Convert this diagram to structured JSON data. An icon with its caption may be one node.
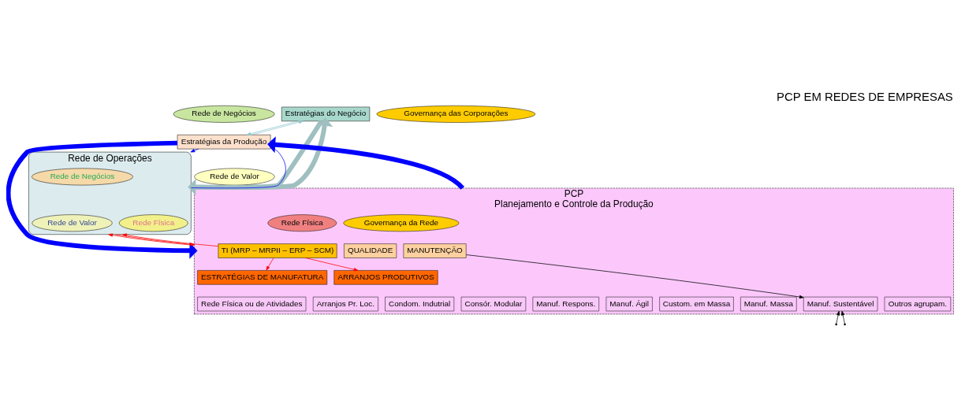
{
  "diagram": {
    "title": "PCP EM REDES DE EMPRESAS",
    "nodes": [
      {
        "text": [
          "Estratégias do Negócio"
        ]
      },
      {
        "text": [
          "Estratégias da Produção"
        ]
      },
      {
        "text": [
          "Rede de Operações"
        ]
      },
      {
        "text": [
          "Rede de Negócios"
        ],
        "in": 2
      },
      {
        "text": [
          "Rede de Valor"
        ],
        "in": 2
      },
      {
        "text": [
          "Rede Física"
        ],
        "in": 2
      },
      {
        "text": [
          "Rede de Negócios"
        ]
      },
      {
        "text": [
          "Rede de Valor"
        ]
      },
      {
        "text": [
          "Governança das Corporações"
        ]
      },
      {
        "text": [
          "PCP",
          "Planejamento e Controle da Produção"
        ]
      },
      {
        "text": [
          "Rede Física ou de Atividades"
        ],
        "in": 9
      },
      {
        "text": [
          "Rede Física"
        ],
        "in": 9
      },
      {
        "text": [
          "Governança da Rede"
        ],
        "in": 9
      },
      {
        "text": [
          "QUALIDADE"
        ],
        "in": 9
      },
      {
        "text": [
          "TI (MRP – MRPII – ERP – SCM)"
        ],
        "in": 9
      },
      {
        "text": [
          "MANUTENÇÃO"
        ],
        "in": 9
      },
      {
        "text": [
          "ARRANJOS PRODUTIVOS"
        ],
        "in": 9
      },
      {
        "text": [
          "Arranjos Pr. Loc."
        ],
        "in": 9
      },
      {
        "text": [
          "Condom. Indutrial"
        ],
        "in": 9
      },
      {
        "text": [
          "Consór. Modular"
        ],
        "in": 9
      },
      {
        "text": [
          "ESTRATÉGIAS DE MANUFATURA"
        ],
        "in": 9
      },
      {
        "text": [
          "Manuf. Respons."
        ],
        "in": 9
      },
      {
        "text": [
          "Manuf. Ágil"
        ],
        "in": 9
      },
      {
        "text": [
          "Custom. em Massa"
        ],
        "in": 9
      },
      {
        "text": [
          "Manuf. Massa"
        ],
        "in": 9
      },
      {
        "text": [
          "Manuf. Sustentável"
        ],
        "in": 9
      },
      {
        "text": [
          "Outros agrupam."
        ],
        "in": 9
      }
    ],
    "edges": [
      {
        "from": 0,
        "to": 1,
        "arrow": "to",
        "color": "#8fc8d0"
      },
      {
        "from": 1,
        "to": 0,
        "arrow": "to",
        "color": "#8fc8d0"
      },
      {
        "from": 0,
        "to": 2,
        "arrow": "to",
        "style": "thick",
        "color": "#9fbfc0"
      },
      {
        "from": 2,
        "to": 0,
        "arrow": "to",
        "style": "thick",
        "color": "#9fbfc0"
      },
      {
        "from": 1,
        "to": 2,
        "arrow": "to",
        "color": "#0000ff"
      },
      {
        "from": 2,
        "to": 1,
        "arrow": "to",
        "color": "#0000ff"
      },
      {
        "from": 1,
        "to": 9,
        "arrow": "to",
        "style": "thick",
        "color": "#0000ff"
      },
      {
        "from": 9,
        "to": 1,
        "arrow": "to",
        "style": "thick",
        "color": "#0000ff"
      },
      {
        "from": 2,
        "to": 9,
        "arrow": "to",
        "color": "#ff0000"
      },
      {
        "from": 9,
        "to": 2,
        "arrow": "to",
        "color": "#ff0000"
      },
      {
        "from": 14,
        "to": 2,
        "arrow": "to",
        "color": "#ff0000"
      },
      {
        "from": 14,
        "to": 16,
        "arrow": "to",
        "color": "#ff0000"
      },
      {
        "from": 14,
        "to": 20,
        "arrow": "to",
        "color": "#ff0000"
      },
      {
        "from": 15,
        "to": 25,
        "arrow": "to",
        "color": "#000000"
      },
      {
        "from": null,
        "to": 25,
        "arrow": "to",
        "color": "#000000"
      },
      {
        "from": null,
        "to": 25,
        "arrow": "to",
        "color": "#000000"
      }
    ]
  }
}
